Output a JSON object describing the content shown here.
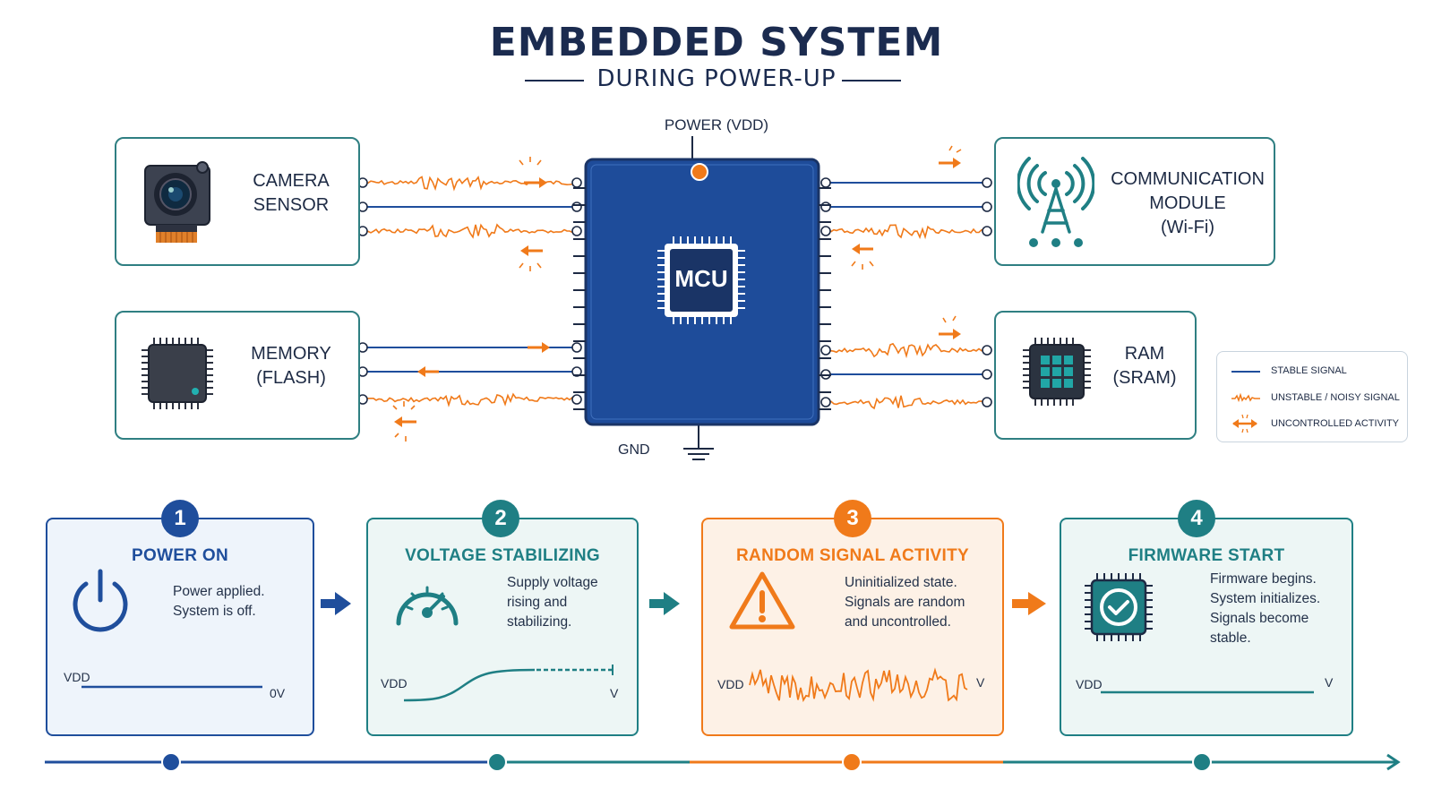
{
  "header": {
    "title": "EMBEDDED SYSTEM",
    "subtitle": "DURING POWER-UP"
  },
  "mcu": {
    "label": "MCU",
    "power_label": "POWER (VDD)",
    "gnd_label": "GND"
  },
  "peripherals": {
    "camera": {
      "line1": "CAMERA",
      "line2": "SENSOR",
      "icon": "camera-icon"
    },
    "memory": {
      "line1": "MEMORY",
      "line2": "(FLASH)",
      "icon": "flash-chip-icon"
    },
    "comm": {
      "line1": "COMMUNICATION",
      "line2": "MODULE",
      "line3": "(Wi-Fi)",
      "icon": "antenna-icon"
    },
    "ram": {
      "line1": "RAM",
      "line2": "(SRAM)",
      "icon": "ram-chip-icon"
    }
  },
  "legend": {
    "stable": "STABLE SIGNAL",
    "unstable": "UNSTABLE / NOISY SIGNAL",
    "uncontrolled": "UNCONTROLLED ACTIVITY"
  },
  "steps": [
    {
      "number": "1",
      "title": "POWER ON",
      "desc": [
        "Power applied.",
        "System is off."
      ],
      "vdd": "VDD",
      "end": "0V",
      "icon": "power-icon"
    },
    {
      "number": "2",
      "title": "VOLTAGE STABILIZING",
      "desc": [
        "Supply voltage",
        "rising and",
        "stabilizing."
      ],
      "vdd": "VDD",
      "end": "V",
      "icon": "gauge-icon"
    },
    {
      "number": "3",
      "title": "RANDOM SIGNAL ACTIVITY",
      "desc": [
        "Uninitialized state.",
        "Signals are random",
        "and uncontrolled."
      ],
      "vdd": "VDD",
      "end": "V",
      "icon": "warning-icon"
    },
    {
      "number": "4",
      "title": "FIRMWARE START",
      "desc": [
        "Firmware begins.",
        "System initializes.",
        "Signals become",
        "stable."
      ],
      "vdd": "VDD",
      "end": "V",
      "icon": "chip-check-icon"
    }
  ],
  "colors": {
    "navy": "#1f4e9c",
    "teal": "#1f7f84",
    "orange": "#f07a1a",
    "mcu_blue": "#1e4c9a",
    "card_border": "#2f7f82"
  }
}
